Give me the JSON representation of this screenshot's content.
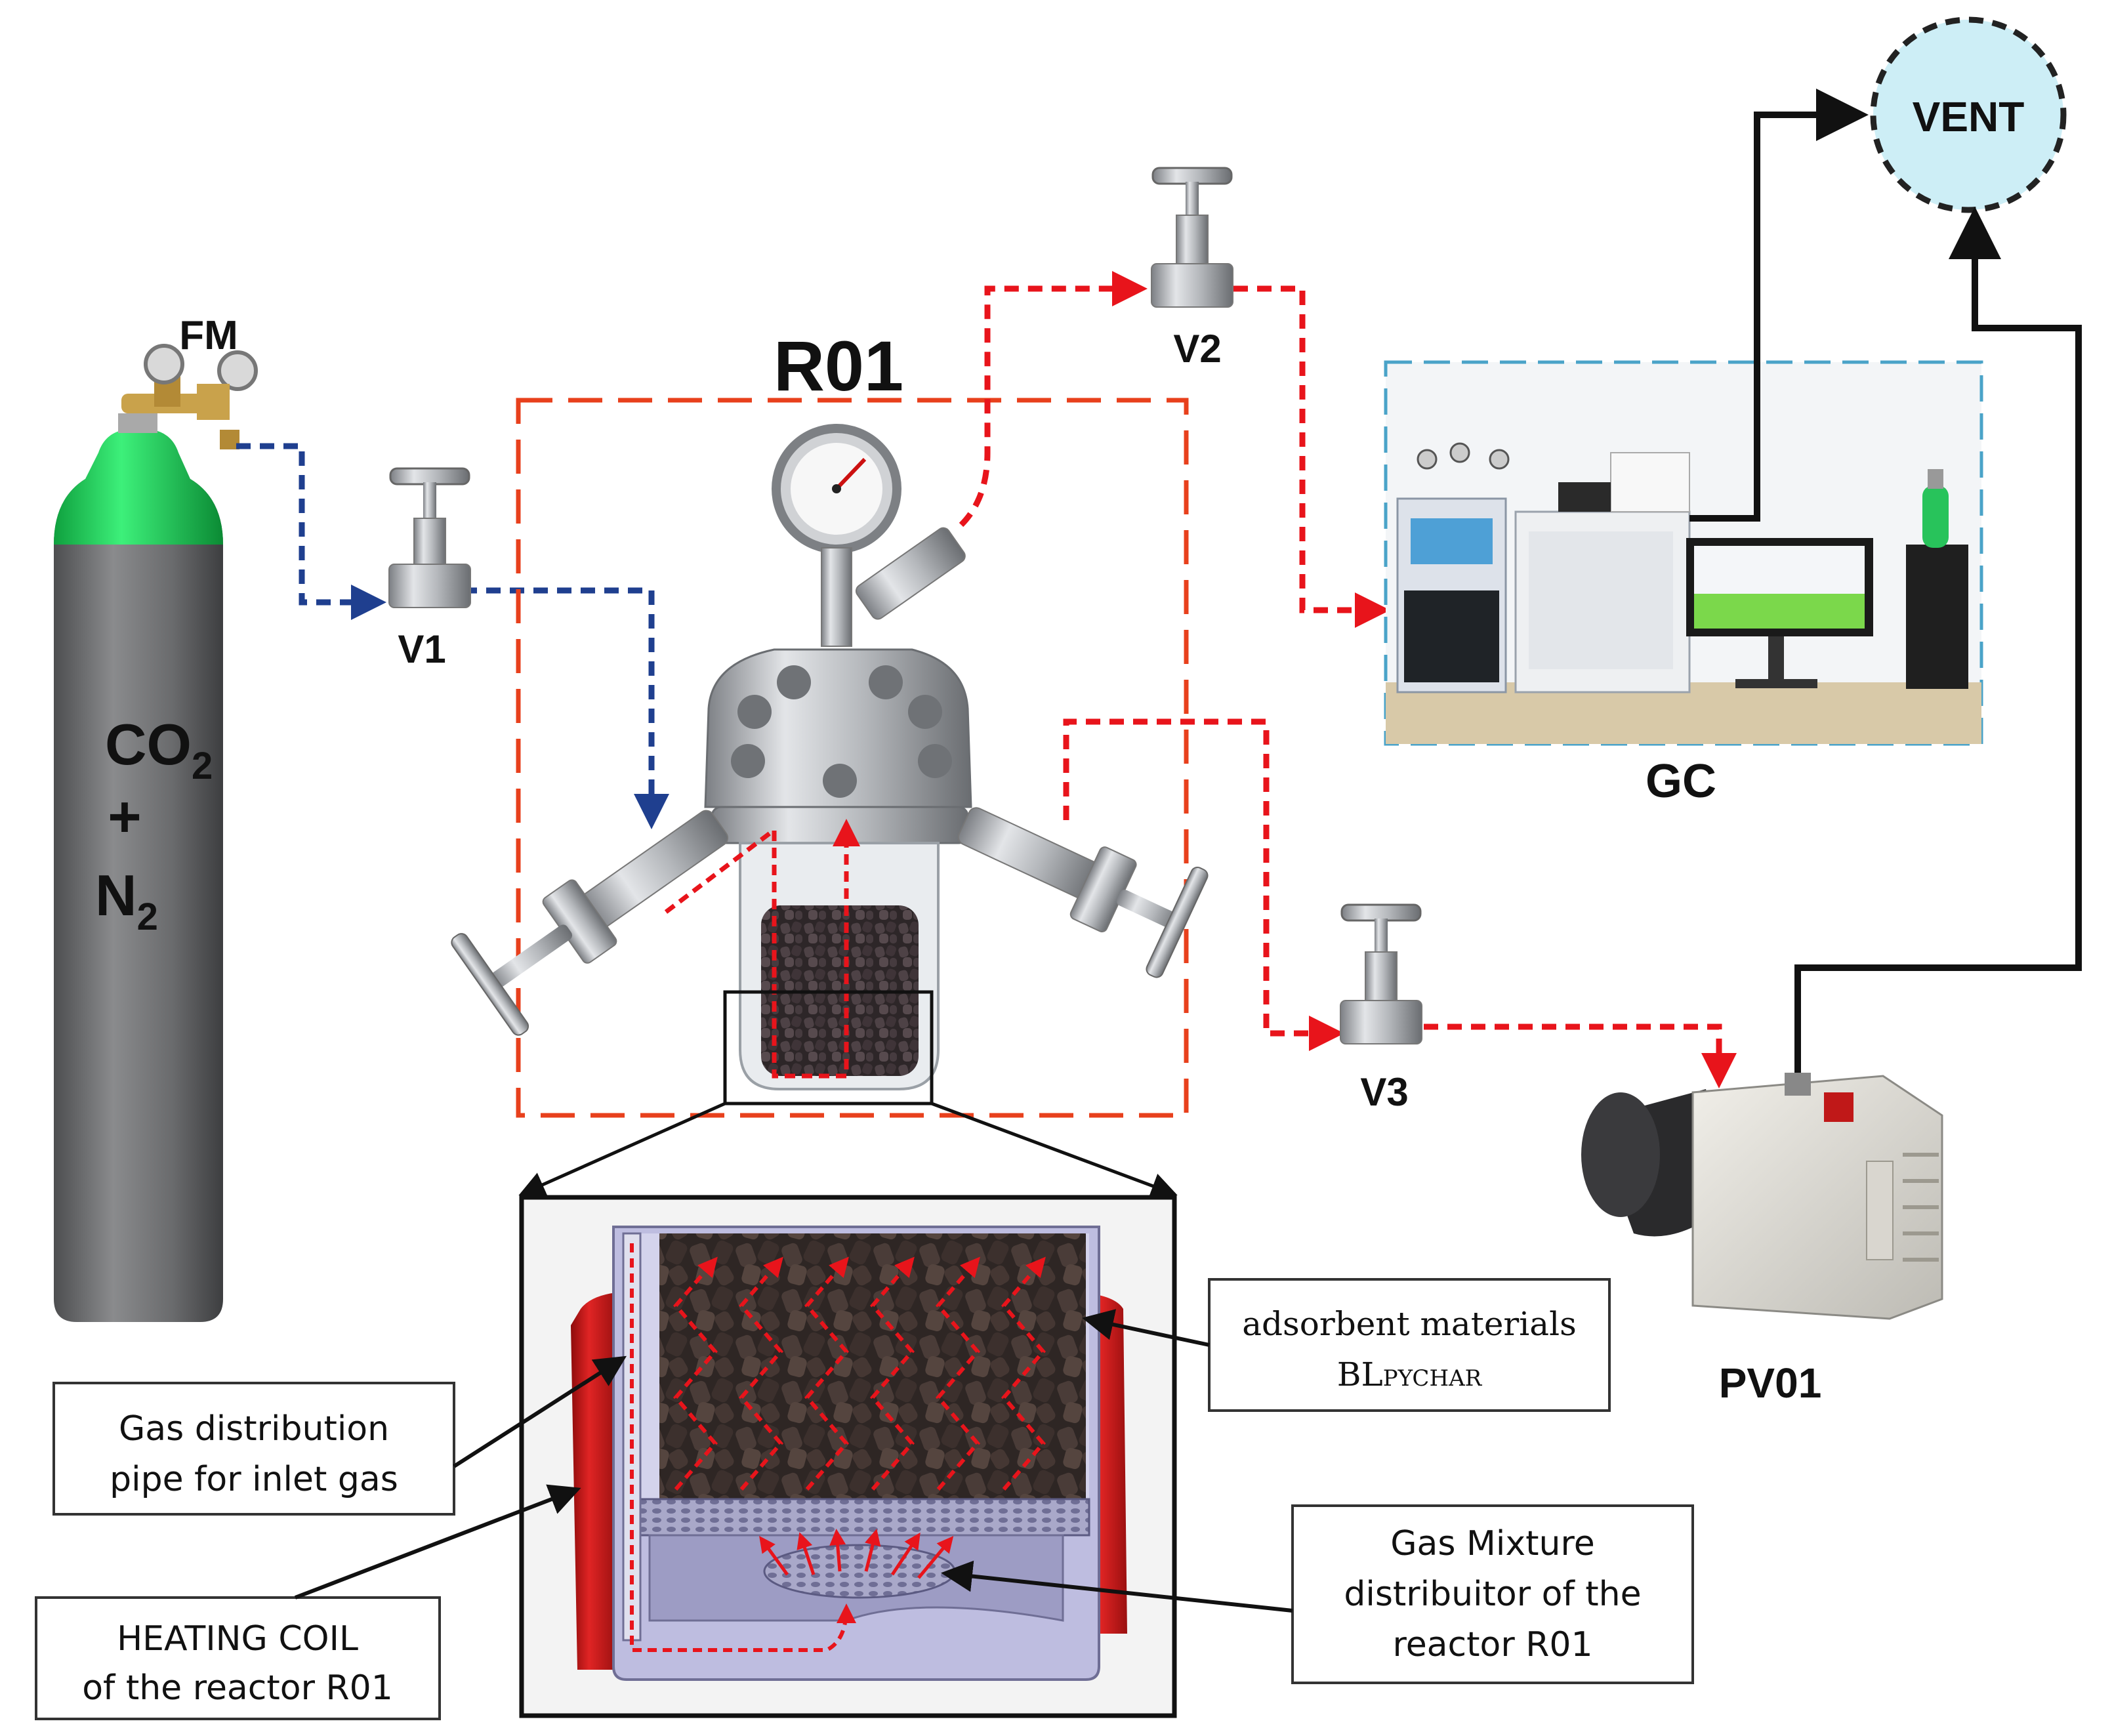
{
  "cylinder": {
    "line1": "CO",
    "sub1": "2",
    "plus": "+",
    "line2": "N",
    "sub2": "2"
  },
  "labels": {
    "fm": "FM",
    "v1": "V1",
    "v2": "V2",
    "v3": "V3",
    "r01": "R01",
    "gc": "GC",
    "vent": "VENT",
    "pv01": "PV01"
  },
  "callouts": {
    "gas_pipe": [
      "Gas distribution",
      "pipe for inlet gas"
    ],
    "heating": [
      "HEATING COIL",
      "of the reactor R01"
    ],
    "adsorbent": {
      "line1": "adsorbent materials",
      "bl": "BL",
      "small": "PYCHAR"
    },
    "mixture": [
      "Gas Mixture",
      "distribuitor of the",
      "reactor R01"
    ]
  },
  "colors": {
    "inlet_line": "#1f3f8f",
    "outlet_line": "#e8141b",
    "r01_border": "#e8401c",
    "gc_border": "#4aa3c8",
    "vent_fill": "#cdeef6",
    "cylinder_body": "#6d6e70",
    "cylinder_cap": "#20d45a",
    "heating_coil": "#d11a1a"
  }
}
